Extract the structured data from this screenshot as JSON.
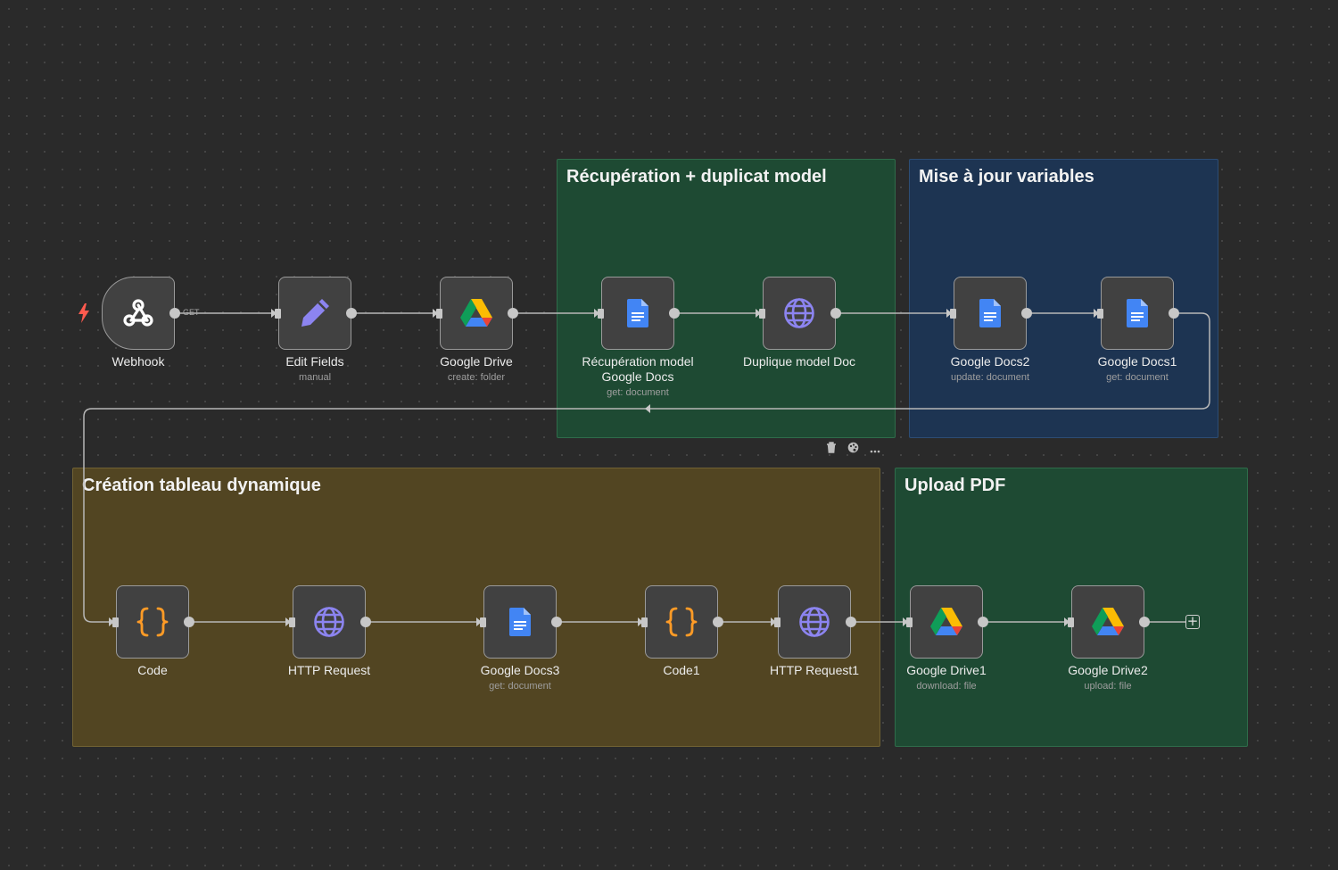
{
  "canvas": {
    "sticky_notes": [
      {
        "id": "sticky-recuperation",
        "title": "Récupération + duplicat model"
      },
      {
        "id": "sticky-mise-a-jour",
        "title": "Mise à jour variables"
      },
      {
        "id": "sticky-creation-tableau",
        "title": "Création tableau dynamique"
      },
      {
        "id": "sticky-upload-pdf",
        "title": "Upload PDF"
      }
    ],
    "nodes": [
      {
        "id": "webhook",
        "name": "Webhook",
        "subtitle": "",
        "icon": "webhook-icon"
      },
      {
        "id": "edit-fields",
        "name": "Edit Fields",
        "subtitle": "manual",
        "icon": "pencil-icon"
      },
      {
        "id": "google-drive",
        "name": "Google Drive",
        "subtitle": "create: folder",
        "icon": "google-drive-icon"
      },
      {
        "id": "recuperation-model",
        "name": "Récupération model\nGoogle Docs",
        "subtitle": "get: document",
        "icon": "google-docs-icon"
      },
      {
        "id": "duplique-model",
        "name": "Duplique model Doc",
        "subtitle": "",
        "icon": "globe-icon"
      },
      {
        "id": "google-docs2",
        "name": "Google Docs2",
        "subtitle": "update: document",
        "icon": "google-docs-icon"
      },
      {
        "id": "google-docs1",
        "name": "Google Docs1",
        "subtitle": "get: document",
        "icon": "google-docs-icon"
      },
      {
        "id": "code",
        "name": "Code",
        "subtitle": "",
        "icon": "code-braces-icon"
      },
      {
        "id": "http-request",
        "name": "HTTP Request",
        "subtitle": "",
        "icon": "globe-icon"
      },
      {
        "id": "google-docs3",
        "name": "Google Docs3",
        "subtitle": "get: document",
        "icon": "google-docs-icon"
      },
      {
        "id": "code1",
        "name": "Code1",
        "subtitle": "",
        "icon": "code-braces-icon"
      },
      {
        "id": "http-request1",
        "name": "HTTP Request1",
        "subtitle": "",
        "icon": "globe-icon"
      },
      {
        "id": "google-drive1",
        "name": "Google Drive1",
        "subtitle": "download: file",
        "icon": "google-drive-icon"
      },
      {
        "id": "google-drive2",
        "name": "Google Drive2",
        "subtitle": "upload: file",
        "icon": "google-drive-icon"
      }
    ],
    "webhook_method_label": "GET",
    "trigger_icon": "lightning-bolt-icon",
    "sticky_toolbar": [
      "trash-icon",
      "palette-icon",
      "more-options-icon"
    ],
    "add_node_icon": "plus-icon",
    "colors": {
      "background": "#2a2a2a",
      "sticky_green": "#1e4a33",
      "sticky_blue": "#1d3452",
      "sticky_olive": "#524522",
      "node_fill": "#414141",
      "node_border": "#9a9a9a",
      "connection": "#b8b8b8",
      "trigger_bolt": "#ff5a4e",
      "code_icon": "#ff9b26",
      "http_icon": "#8c84f0",
      "docs_icon": "#4285f4"
    }
  }
}
